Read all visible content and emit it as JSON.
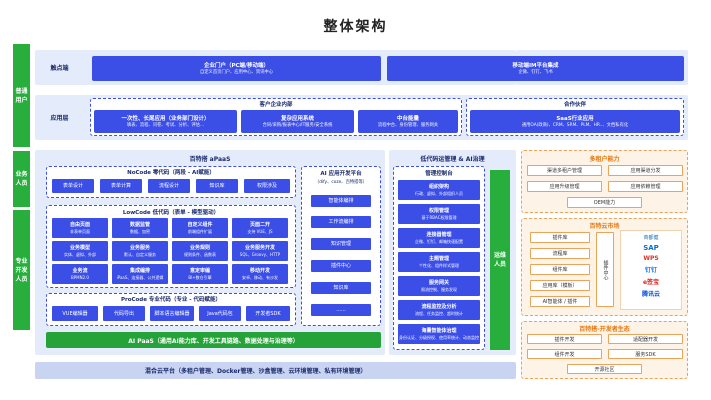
{
  "title": "整体架构",
  "left_labels": {
    "general": "普通用户",
    "business": "业务人员",
    "pro": "专业开发人员"
  },
  "right_label": "运维人员",
  "touch": {
    "label": "触点端",
    "items": [
      {
        "title": "企业门户（PC端/移动端）",
        "sub": "自定义首页门户、应用中心、资讯中心"
      },
      {
        "title": "移动端IM平台集成",
        "sub": "企微、钉钉、飞书"
      }
    ]
  },
  "app": {
    "label": "应用层",
    "internal_title": "客户企业内部",
    "internal": [
      {
        "title": "一次性、长尾应用（业务部门设计）",
        "sub": "填表、流程、问卷、考试、分析、评估..."
      },
      {
        "title": "复杂应用系统",
        "sub": "合同/采购/报表中心/IT服务/安全系统"
      },
      {
        "title": "中台能量",
        "sub": "流程中台、身份管理、服务网关"
      }
    ],
    "partner_title": "合作伙伴",
    "partner": {
      "title": "SaaS行业应用",
      "sub": "通用OA(政商)、CRM、SRM、PLM、HR..、文档私有化"
    }
  },
  "apaas": {
    "title": "百特搭 aPaaS",
    "nocode": {
      "title": "NoCode 零代码（两段 - AI赋能）",
      "items": [
        "表单设计",
        "表单计算",
        "流程设计",
        "知识库",
        "权限涉及"
      ]
    },
    "lowcode": {
      "title": "LowCode 低代码（表单 - 模型驱动）",
      "cells": [
        {
          "t": "自由页面",
          "s": "非表单页面"
        },
        {
          "t": "数据监管",
          "s": "数据、加密"
        },
        {
          "t": "自定义组件",
          "s": "前端组件扩展"
        },
        {
          "t": "页面二开",
          "s": "支持 VUE、JS"
        },
        {
          "t": "业务模型",
          "s": "实体、虚拟、外部"
        },
        {
          "t": "业务服务",
          "s": "默认、自定义服务"
        },
        {
          "t": "业务规则",
          "s": "规则条件、函数表"
        },
        {
          "t": "业务服务开发",
          "s": "SQL、Groovy、HTTP"
        },
        {
          "t": "业务流",
          "s": "BPMN2.0"
        },
        {
          "t": "集成编排",
          "s": "iPaaS、连接器、公共逻辑"
        },
        {
          "t": "意定审编",
          "s": "BI+数仓引擎"
        },
        {
          "t": "移动开发",
          "s": "安卓、移动、有沙发"
        }
      ]
    },
    "procode": {
      "title": "ProCode 专业代码（专业 - 代码赋能）",
      "items": [
        "VUE编辑器",
        "代码导出",
        "脚本语言编辑器",
        "Java代码包",
        "开发者SDK"
      ]
    },
    "ai_platform": {
      "title": "AI 应用开发平台",
      "sub": "（dify、coze、百特搭等）",
      "items": [
        "智能体编排",
        "工作流编排",
        "知识管理",
        "插件中心",
        "知识库",
        "......"
      ]
    }
  },
  "ai_paas": "AI PaaS（通用AI能力库、开发工具链路、数据处理与治理等）",
  "ops": {
    "title": "低代码运管理 & AI治理",
    "console": "管理控制台",
    "items": [
      {
        "t": "组织架构",
        "s": "行政、虚拟、外部组织人员"
      },
      {
        "t": "权限管理",
        "s": "基于RBAC权限管理"
      },
      {
        "t": "连接器管理",
        "s": "企微、钉钉、邮箱快速配置"
      },
      {
        "t": "主题管理",
        "s": "个性化、组件样式管理"
      },
      {
        "t": "服务网关",
        "s": "限流控制、服务发现"
      },
      {
        "t": "流程监控及分析",
        "s": "流程、任务监控、超时统计"
      },
      {
        "t": "海量智能体治理",
        "s": "身份认证、分级授权、使用率统计、动态监控"
      }
    ]
  },
  "cloud": "混合云平台（多租户管理、Docker管理、沙盒管理、云环境管理、私有环境管理）",
  "multi_tenant": {
    "title": "多租户能力",
    "items": [
      "渠道多租户管理",
      "应用渠道分发",
      "应用升级管理",
      "应用依赖管理",
      "OEM能力"
    ]
  },
  "store": {
    "title": "百特云市场",
    "items": [
      "插件库",
      "流程库",
      "组件库",
      "应用库（模板）",
      "AI智能体 / 插件"
    ],
    "center": "插件中心",
    "logos": [
      "商都健",
      "SAP",
      "WPS",
      "钉钉",
      "e签宝",
      "腾讯云"
    ]
  },
  "eco": {
    "title": "百特搭-开发者生态",
    "items": [
      "插件开发",
      "适配器开发",
      "组件开发",
      "服务SDK"
    ],
    "community": "开源社区"
  },
  "colors": {
    "blue": "#3b4ee6",
    "green": "#27ae3d",
    "orange": "#e8760c"
  }
}
